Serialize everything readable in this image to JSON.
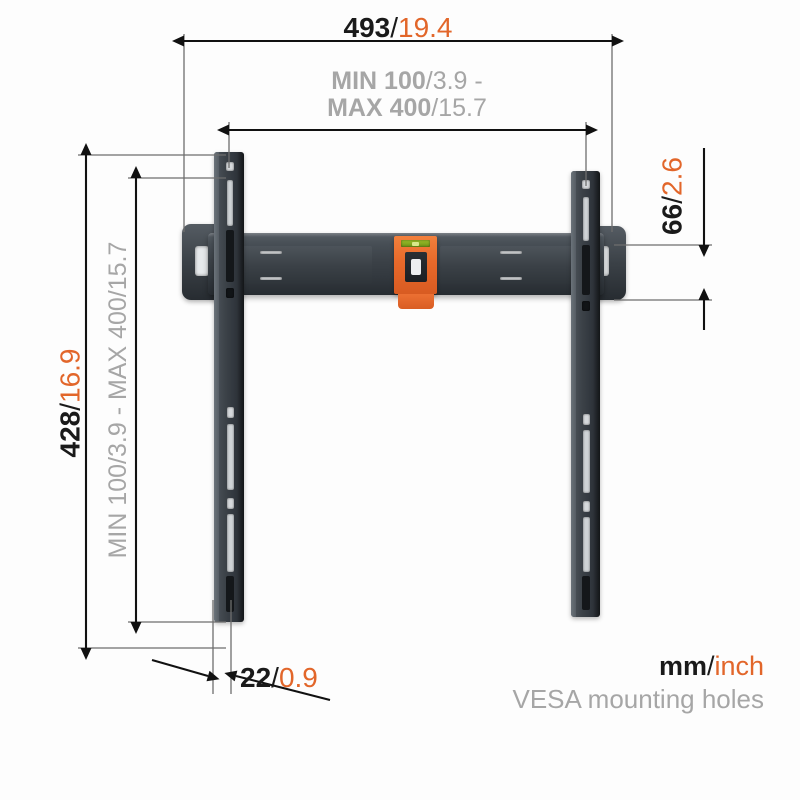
{
  "diagram": {
    "title": "TV wall mount dimension drawing",
    "colors": {
      "mm_text": "#1a1a1a",
      "inch_text": "#e2662a",
      "vesa_text": "#a6a6a6",
      "dimension_line": "#1a1a1a",
      "extension_line": "#6e6e6e",
      "product_body": "#3b4147",
      "accent_orange": "#e8692a",
      "level_green": "#8fb325"
    },
    "dimensions": {
      "overall_width": {
        "mm": "493",
        "separator": "/",
        "inch": "19.4"
      },
      "vesa_horizontal": {
        "line1": "MIN 100",
        "line1_sep": "/",
        "line1_inch": "3.9 -",
        "line2": "MAX 400",
        "line2_sep": "/",
        "line2_inch": "15.7"
      },
      "overall_height": {
        "mm": "428",
        "separator": "/",
        "inch": "16.9"
      },
      "vesa_vertical": {
        "text": "MIN 100/3.9 - MAX 400/15.7"
      },
      "depth": {
        "mm": "22",
        "separator": "/",
        "inch": "0.9"
      },
      "bar_height": {
        "mm": "66",
        "separator": "/",
        "inch": "2.6"
      }
    },
    "legend": {
      "units_mm": "mm",
      "units_separator": "/",
      "units_inch": "inch",
      "vesa_note": "VESA mounting holes"
    }
  }
}
